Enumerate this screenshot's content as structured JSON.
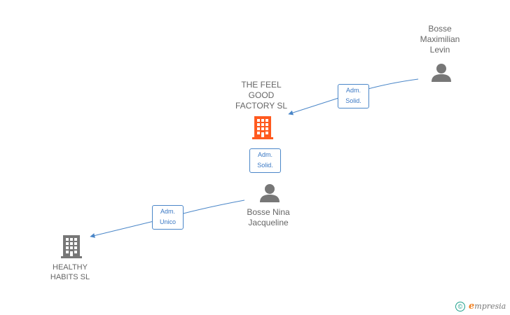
{
  "nodes": {
    "feel_good": {
      "name_lines": [
        "THE FEEL",
        "GOOD",
        "FACTORY SL"
      ],
      "type": "company",
      "color": "#ff5a1f"
    },
    "healthy": {
      "name_lines": [
        "HEALTHY",
        "HABITS SL"
      ],
      "type": "company",
      "color": "#777777"
    },
    "maximilian": {
      "name_lines": [
        "Bosse",
        "Maximilian",
        "Levin"
      ],
      "type": "person",
      "color": "#777777"
    },
    "nina": {
      "name_lines": [
        "Bosse Nina",
        "Jacqueline"
      ],
      "type": "person",
      "color": "#777777"
    }
  },
  "edges": [
    {
      "id": "maximilian-to-feelgood",
      "role_lines": [
        "Adm.",
        "Solid."
      ]
    },
    {
      "id": "nina-to-feelgood",
      "role_lines": [
        "Adm.",
        "Solid."
      ]
    },
    {
      "id": "nina-to-healthy",
      "role_lines": [
        "Adm.",
        "Unico"
      ]
    }
  ],
  "colors": {
    "edge": "#4a86c8",
    "accent": "#ff5a1f"
  },
  "footer": {
    "copyright_symbol": "©",
    "brand_initial": "e",
    "brand_rest": "mpresia"
  }
}
